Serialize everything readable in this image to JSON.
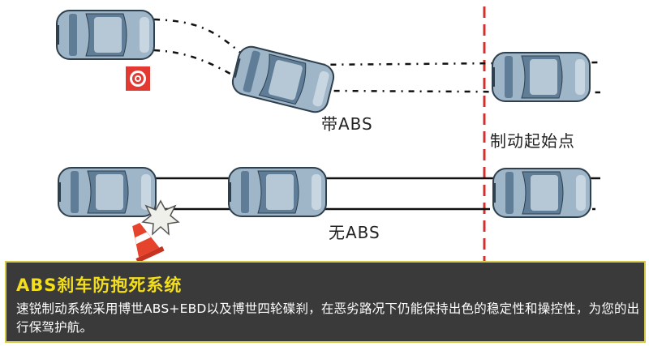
{
  "labels": {
    "with_abs": "带ABS",
    "without_abs": "无ABS",
    "braking_start": "制动起始点"
  },
  "panel": {
    "title": "ABS刹车防抱死系统",
    "body": "速锐制动系统采用博世ABS+EBD以及博世四轮碟刹，在恶劣路况下仍能保持出色的稳定性和操控性，为您的出行保驾护航。"
  },
  "colors": {
    "car_body": "#9fb5c8",
    "car_glass": "#5f7d96",
    "braking_line": "#d0312d",
    "panel_title": "#f3de1c",
    "panel_bg": "#3a3a3a"
  },
  "icons": {
    "obstacle_sign": "bullseye-sign-icon",
    "traffic_cone": "traffic-cone-icon",
    "collision": "collision-burst-icon"
  }
}
